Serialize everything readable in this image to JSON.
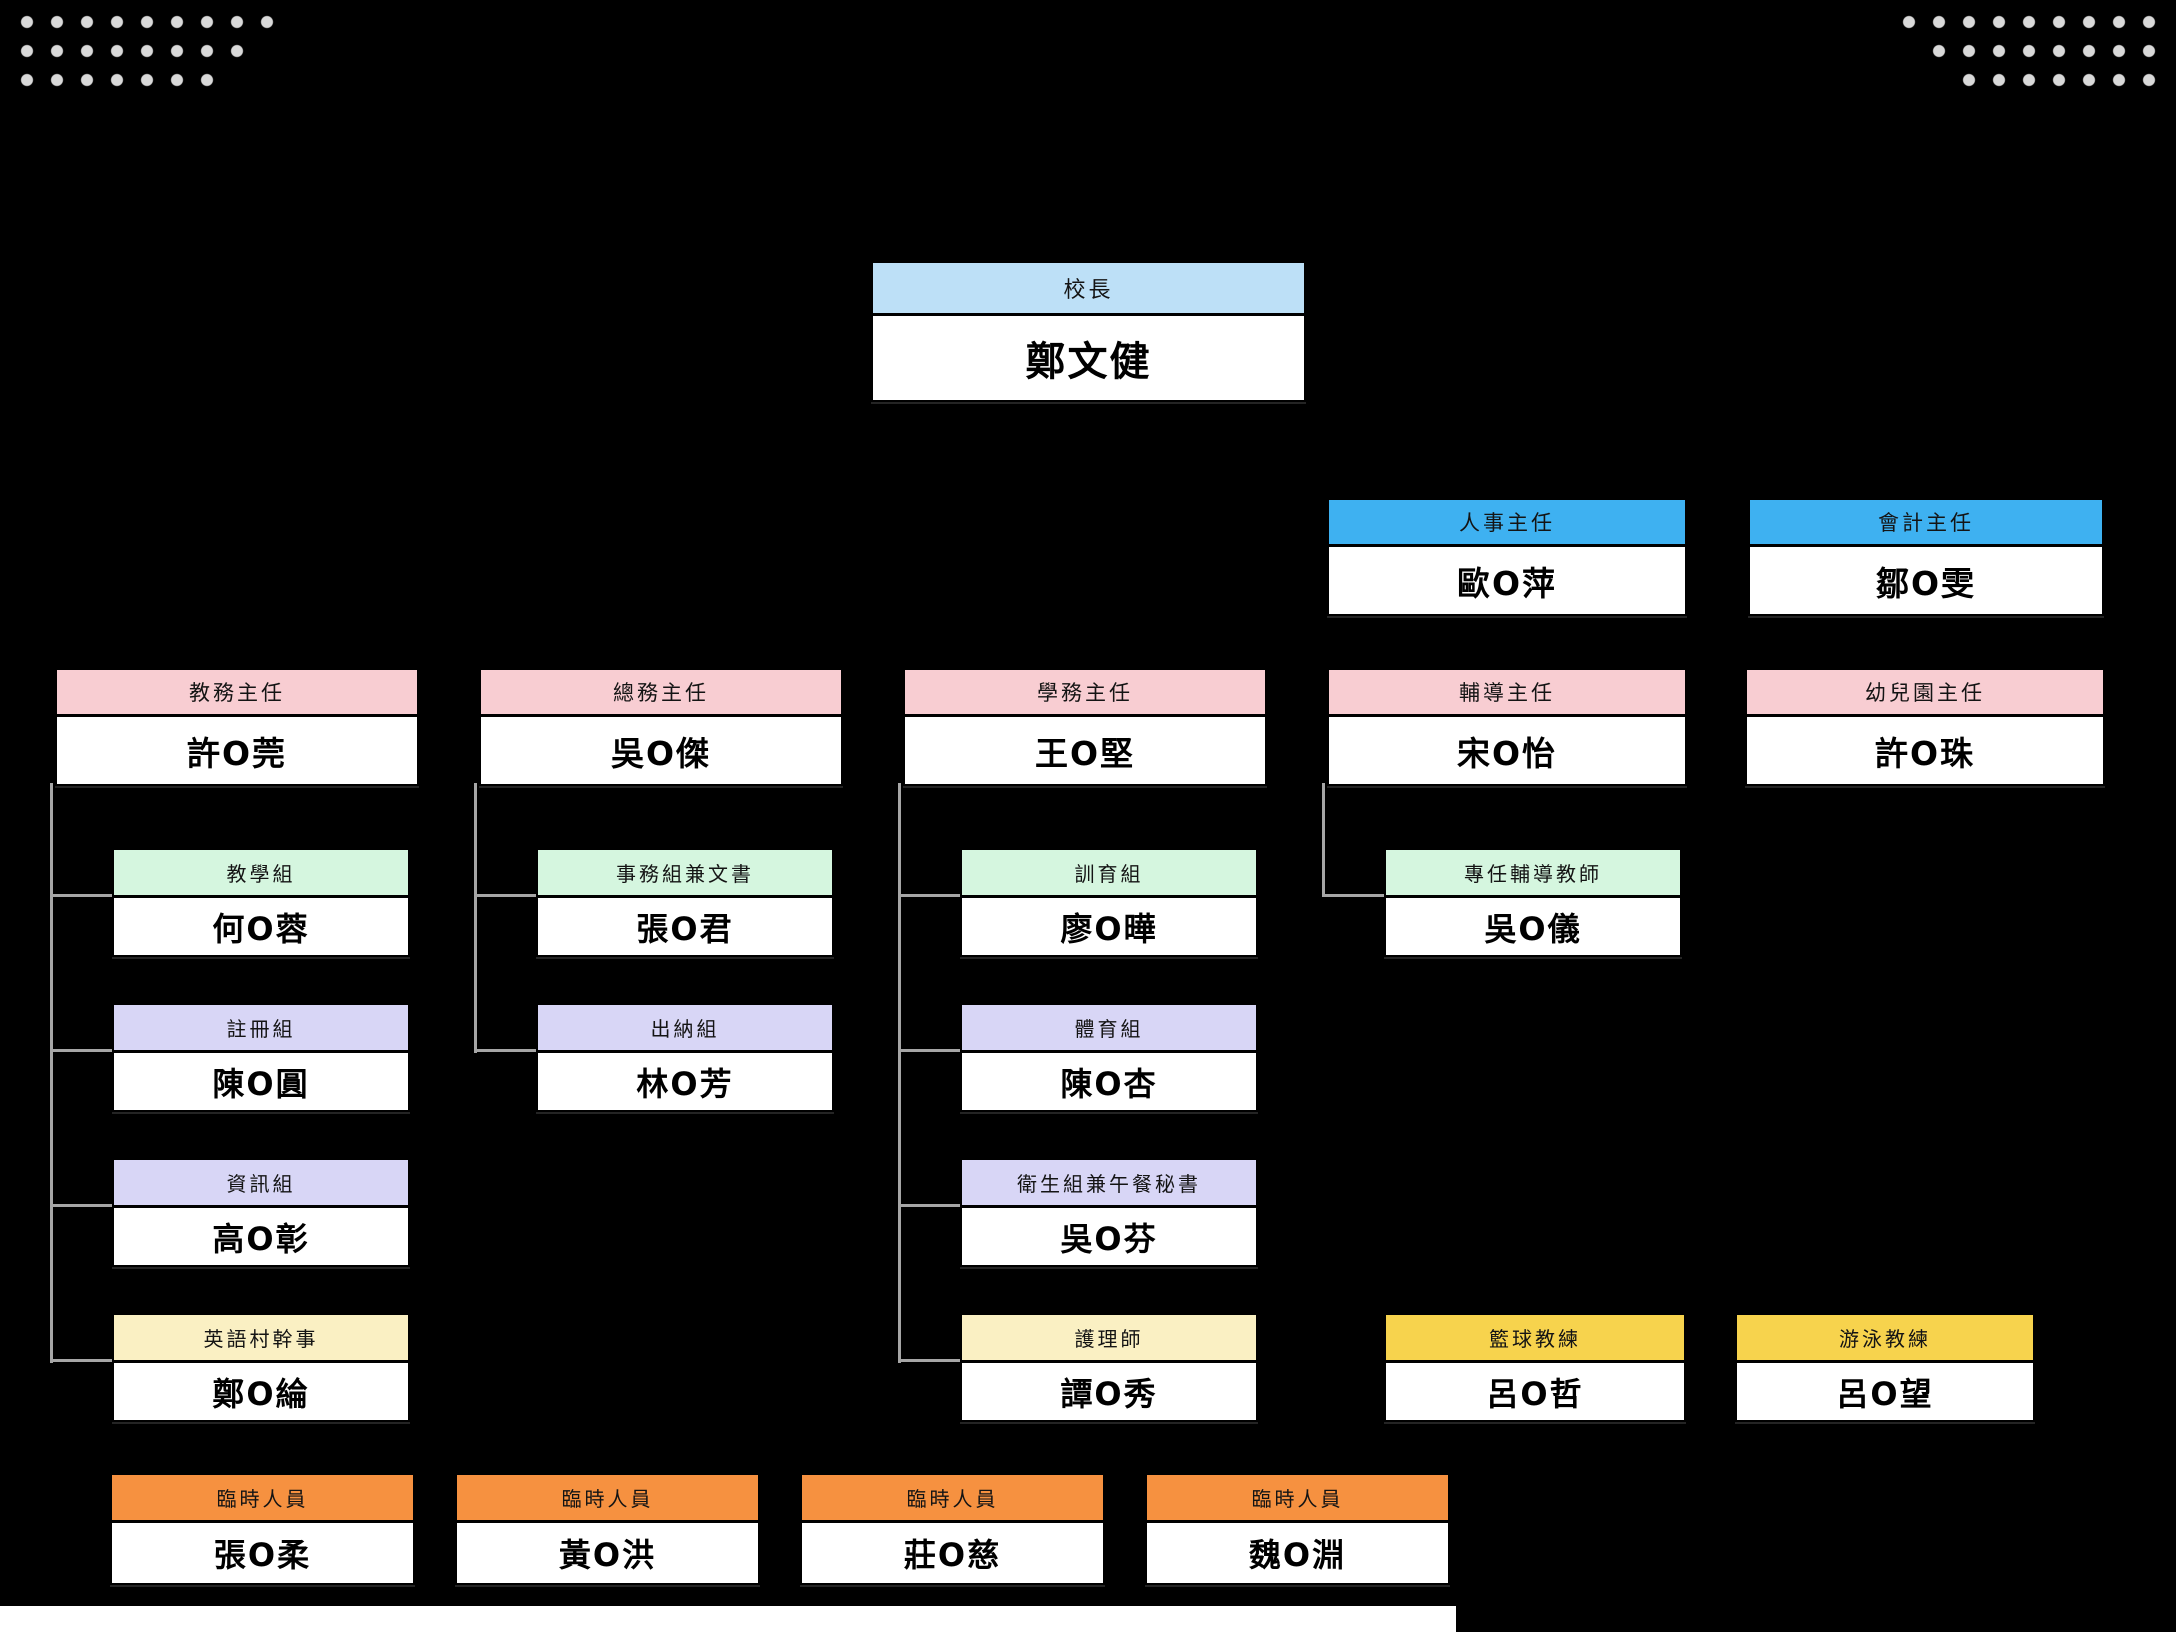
{
  "page": {
    "background_color": "#000000",
    "dot_color": "#D9D9D9",
    "connector_color": "#A6A6A6",
    "palette": {
      "principal_header": "#BDE0F7",
      "admin_header": "#3EB1F1",
      "director_header": "#F8CDD2",
      "section_green_header": "#D5F6DF",
      "section_lavender_header": "#D8D6F6",
      "section_cream_header": "#FAF0C3",
      "coach_gold_header": "#F7D34D",
      "temp_orange_header": "#F69140"
    }
  },
  "org": {
    "principal": {
      "title": "校長",
      "name": "鄭文健"
    },
    "staff_officers": [
      {
        "title": "人事主任",
        "name": "歐O萍"
      },
      {
        "title": "會計主任",
        "name": "鄒O雯"
      }
    ],
    "directors": [
      {
        "title": "教務主任",
        "name": "許O莞",
        "children": [
          {
            "title": "教學組",
            "name": "何O蓉"
          },
          {
            "title": "註冊組",
            "name": "陳O圓"
          },
          {
            "title": "資訊組",
            "name": "高O彰"
          },
          {
            "title": "英語村幹事",
            "name": "鄭O綸"
          }
        ]
      },
      {
        "title": "總務主任",
        "name": "吳O傑",
        "children": [
          {
            "title": "事務組兼文書",
            "name": "張O君"
          },
          {
            "title": "出納組",
            "name": "林O芳"
          }
        ]
      },
      {
        "title": "學務主任",
        "name": "王O堅",
        "children": [
          {
            "title": "訓育組",
            "name": "廖O曄"
          },
          {
            "title": "體育組",
            "name": "陳O杏"
          },
          {
            "title": "衛生組兼午餐秘書",
            "name": "吳O芬"
          },
          {
            "title": "護理師",
            "name": "譚O秀"
          }
        ]
      },
      {
        "title": "輔導主任",
        "name": "宋O怡",
        "children": [
          {
            "title": "專任輔導教師",
            "name": "吳O儀"
          }
        ]
      },
      {
        "title": "幼兒園主任",
        "name": "許O珠",
        "children": []
      }
    ],
    "coaches": [
      {
        "title": "籃球教練",
        "name": "呂O哲"
      },
      {
        "title": "游泳教練",
        "name": "呂O望"
      }
    ],
    "temporary_staff": [
      {
        "title": "臨時人員",
        "name": "張O柔"
      },
      {
        "title": "臨時人員",
        "name": "黃O洪"
      },
      {
        "title": "臨時人員",
        "name": "莊O慈"
      },
      {
        "title": "臨時人員",
        "name": "魏O淵"
      }
    ]
  }
}
